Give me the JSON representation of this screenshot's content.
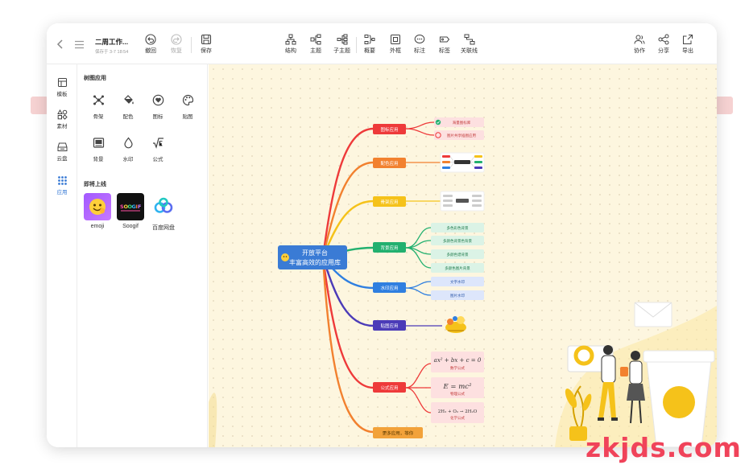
{
  "toolbar": {
    "doc_title": "二周工作...",
    "doc_saved": "保存于 3-7 18:54",
    "undo": "撤回",
    "redo": "恢复",
    "save": "保存",
    "structure": "结构",
    "topic": "主题",
    "subtopic": "子主题",
    "summary": "概要",
    "boundary": "外框",
    "note": "标注",
    "tag": "标签",
    "relation": "关联线",
    "collab": "协作",
    "share": "分享",
    "export": "导出"
  },
  "rail": {
    "template": "模板",
    "material": "素材",
    "cloud": "云盘",
    "apps": "应用"
  },
  "panel": {
    "section_apps": "树图应用",
    "skeleton": "骨架",
    "color": "配色",
    "icon": "图标",
    "sticker": "贴图",
    "background": "背景",
    "watermark": "水印",
    "formula": "公式",
    "section_soon": "即将上线",
    "emoji": "emoji",
    "soogif": "Soogif",
    "baidu": "百度网盘"
  },
  "mindmap": {
    "root_line1": "开放平台",
    "root_line2": "丰富高效的应用库",
    "b1": "图标应用",
    "b1_c1": "海量图标库",
    "b1_c2": "图片共享插图应用",
    "b2": "配色应用",
    "b3": "骨架应用",
    "b4": "背景应用",
    "b4_c1": "多色彩色背景",
    "b4_c2": "多颜色背景色背景",
    "b4_c3": "多颜色谱背景",
    "b4_c4": "多颜色图片背景",
    "b5": "水印应用",
    "b5_c1": "文字水印",
    "b5_c2": "图片水印",
    "b6": "贴图应用",
    "b7": "公式应用",
    "b7_f1": "ax² + bx + c = 0",
    "b7_f1_cap": "数学公式",
    "b7_f2": "E = mc²",
    "b7_f2_cap": "物理公式",
    "b7_f3": "2H₂ + O₂ → 2H₂O",
    "b7_f3_cap": "化学公式",
    "b8": "更多应用，等你"
  },
  "watermark_site": "zkjds.com",
  "colors": {
    "accent": "#3a7bd5",
    "canvas": "#fdf6df",
    "watermark": "#f0435a"
  }
}
